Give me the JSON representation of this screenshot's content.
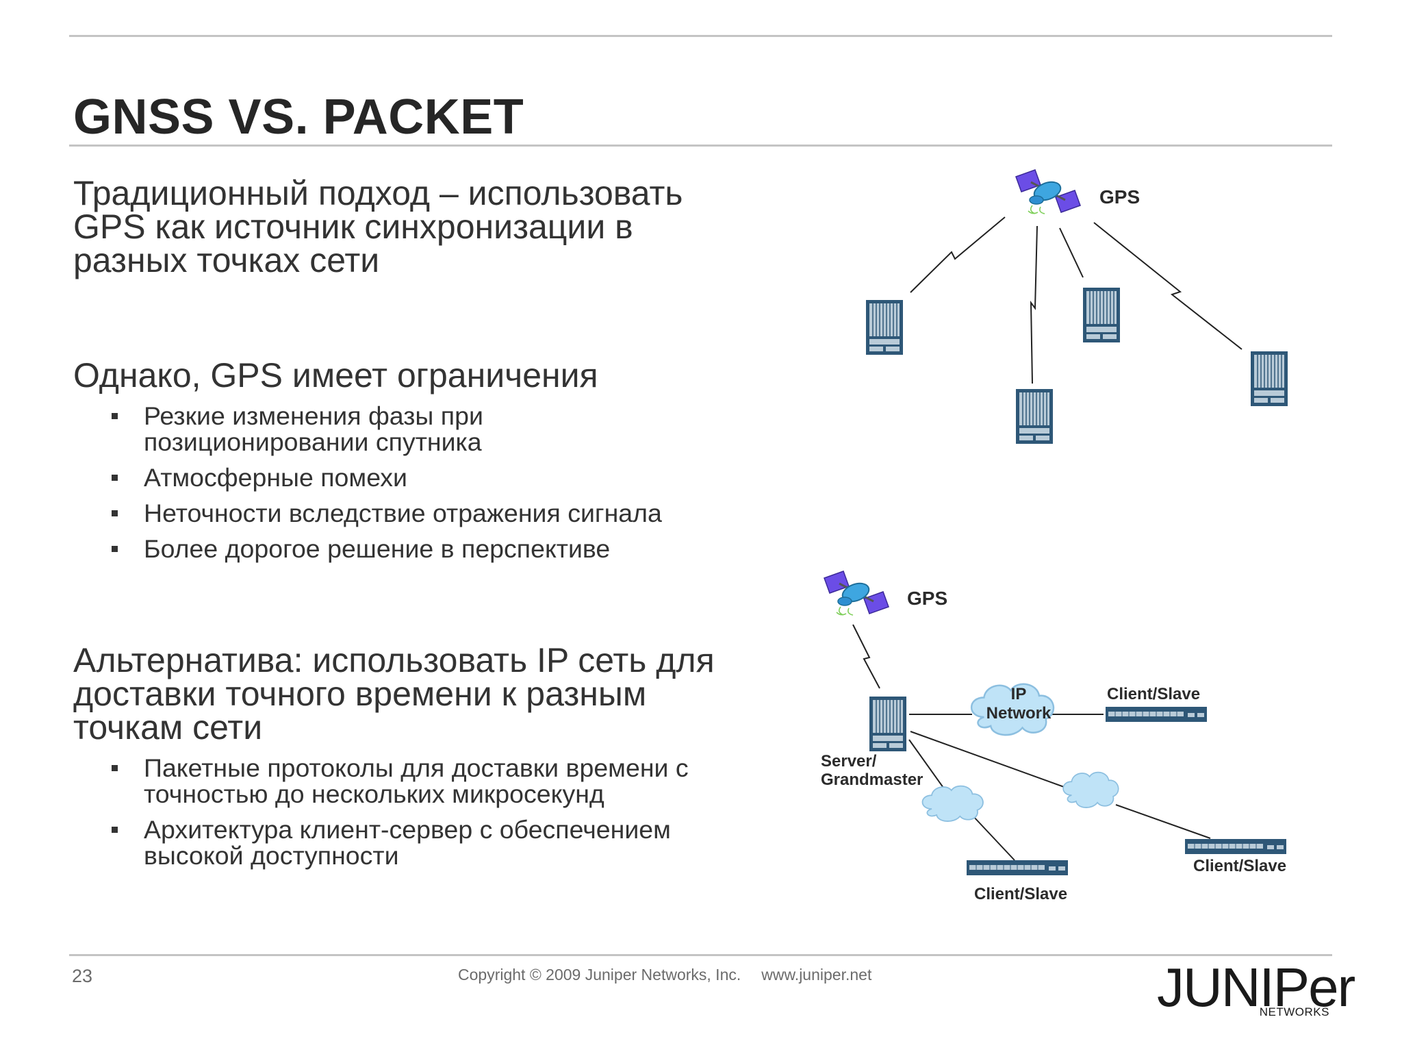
{
  "slide": {
    "title": "GNSS VS. PACKET",
    "page_number": "23",
    "copyright": "Copyright © 2009 Juniper Networks, Inc.",
    "website": "www.juniper.net"
  },
  "left": {
    "para1": "Традиционный подход – использовать GPS как источник синхронизации в разных точках сети",
    "para2": "Однако, GPS имеет ограничения",
    "bullets2": [
      "Резкие изменения фазы при позиционировании спутника",
      "Атмосферные помехи",
      "Неточности вследствие отражения сигнала",
      "Более дорогое решение в перспективе"
    ],
    "para3": "Альтернатива: использовать IP сеть для доставки точного времени к разным точкам сети",
    "bullets3": [
      "Пакетные протоколы для доставки времени с точностью до нескольких микросекунд",
      "Архитектура клиент-сервер с обеспечением высокой доступности"
    ]
  },
  "diagram_top": {
    "gps_label": "GPS",
    "icon": "satellite-icon"
  },
  "diagram_bottom": {
    "gps_label": "GPS",
    "ip_network_label": "IP\nNetwork",
    "server_label": "Server/\nGrandmaster",
    "client_labels": [
      "Client/Slave",
      "Client/Slave",
      "Client/Slave"
    ]
  },
  "logo": {
    "word": "JUNIPer",
    "sub": "NETWORKS"
  },
  "colors": {
    "title": "#262626",
    "text": "#333333",
    "rule": "#c4c4c4",
    "device_fill": "#2e5777",
    "cloud_fill": "#bfe3f7",
    "satellite": "#6b4de6"
  }
}
